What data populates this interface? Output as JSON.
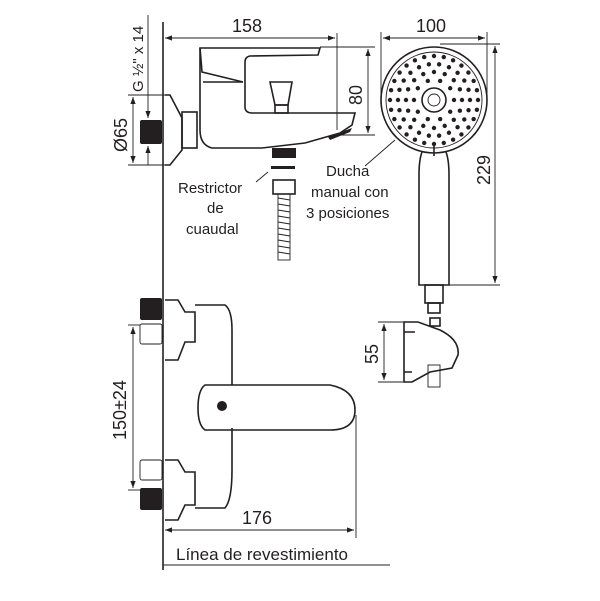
{
  "dimensions": {
    "top_width": "158",
    "top_height": "80",
    "thread": "G ½\" x 14",
    "diameter": "Ø65",
    "shower_width": "100",
    "shower_length": "229",
    "bracket_height": "55",
    "center_distance": "150±24",
    "bottom_depth": "176"
  },
  "labels": {
    "restrictor": [
      "Restrictor",
      "de",
      "cuaudal"
    ],
    "shower": [
      "Ducha",
      "manual con",
      "3 posiciones"
    ],
    "wall_line": "Línea de revestimiento"
  }
}
